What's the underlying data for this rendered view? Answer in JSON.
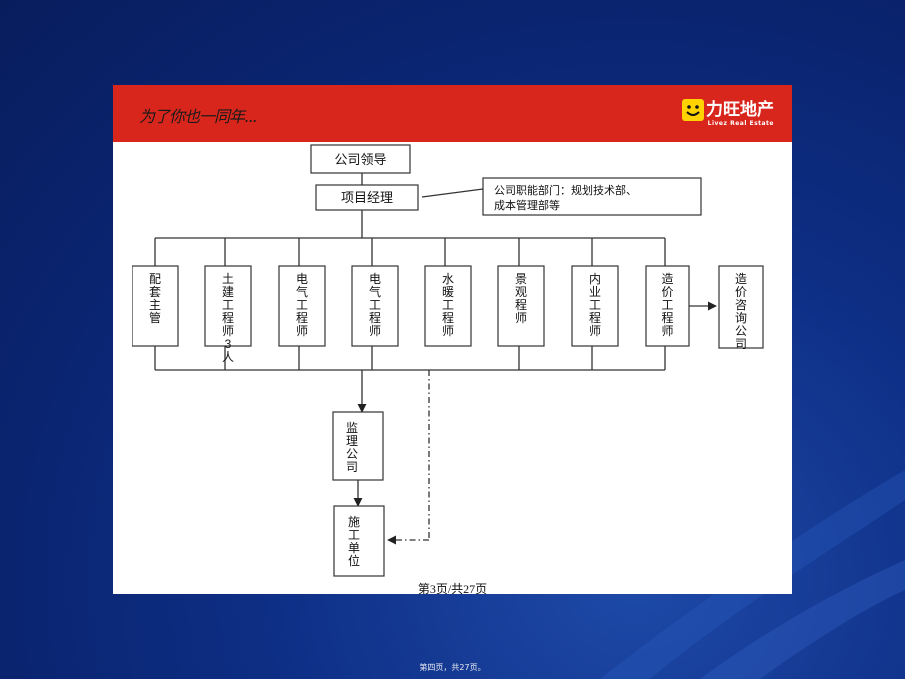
{
  "header": {
    "slogan": "为了你也一同年...",
    "brand_cn": "力旺地产",
    "brand_en": "Livez Real Estate"
  },
  "colors": {
    "banner": "#d9261c",
    "brand_logo": "#ffd200",
    "background": "#0a2470"
  },
  "chart": {
    "top": "公司领导",
    "manager": "项目经理",
    "functional_dept": [
      "公司职能部门：规划技术部、",
      "成本管理部等"
    ],
    "roles": [
      "配套主管",
      "土建工程师3人",
      "电气工程师",
      "电气工程师",
      "水暖工程师",
      "景观程师",
      "内业工程师",
      "造价工程师"
    ],
    "consult": "造价咨询公司",
    "supervision": "监理公司",
    "construction": "施工单位"
  },
  "page_number": "第3页/共27页",
  "footer": "第四页，共27页。"
}
